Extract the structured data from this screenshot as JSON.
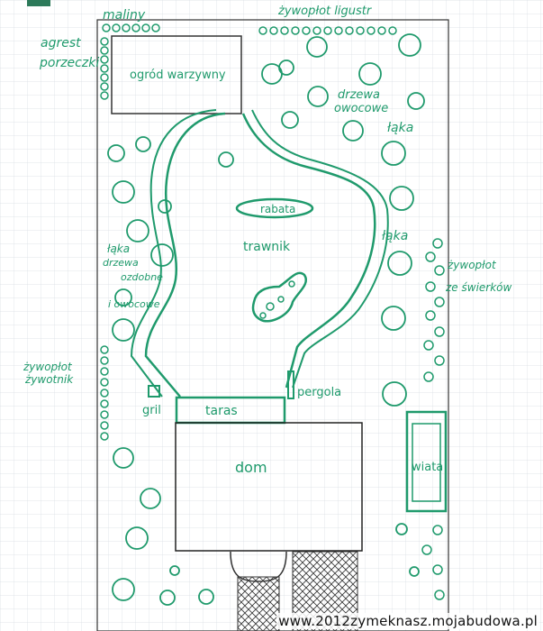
{
  "labels": {
    "maliny": "maliny",
    "zywoplot_ligustr": "żywopłot ligustr",
    "agrest": "agrest",
    "porzeczki": "porzeczki",
    "ogrod_warzywny": "ogród warzywny",
    "drzewa_owocowe_1": "drzewa",
    "drzewa_owocowe_2": "owocowe",
    "laka_top": "łąka",
    "rabata": "rabata",
    "trawnik": "trawnik",
    "laka_right": "łąka",
    "zywoplot_swierkow_1": "żywopłot",
    "zywoplot_swierkow_2": "ze świerków",
    "laka_left_1": "łąka",
    "laka_left_2": "drzewa",
    "laka_left_3": "ozdobne",
    "laka_left_4": "i owocowe",
    "zywoplot_zywotnik_1": "żywopłot",
    "zywoplot_zywotnik_2": "żywotnik",
    "pergola": "pergola",
    "gril": "gril",
    "taras": "taras",
    "dom": "dom",
    "wiata": "wiata"
  },
  "watermark": "www.2012zymeknasz.mojabudowa.pl",
  "colors": {
    "ink": "#1f9a6c",
    "grid": "#d7dde3",
    "outline": "#2a2a2a"
  }
}
